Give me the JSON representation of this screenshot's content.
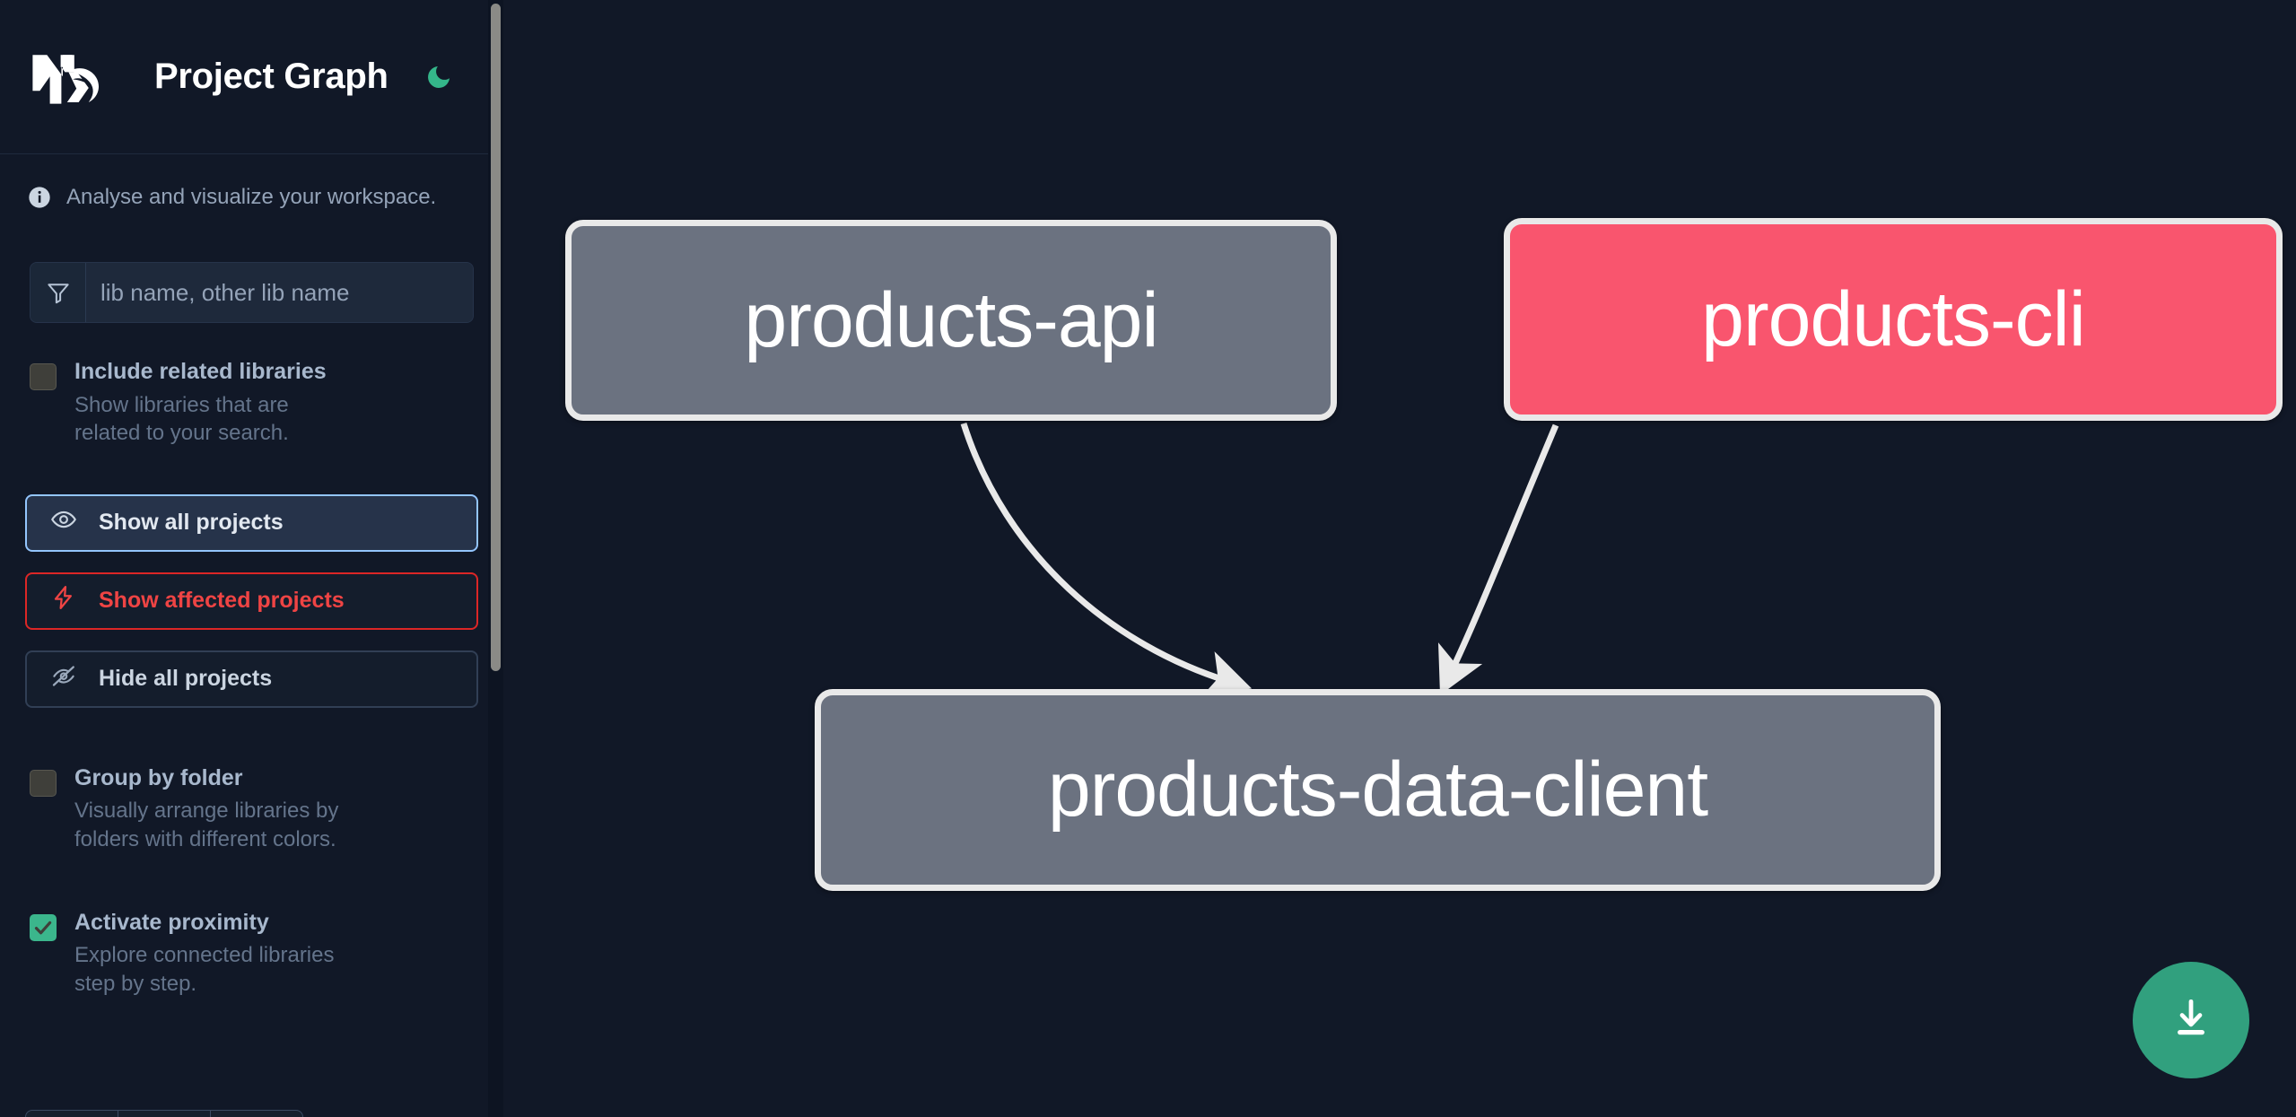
{
  "app": {
    "title": "Project Graph",
    "logo_icon": "nx-logo-icon",
    "theme_toggle_icon": "moon-icon",
    "accent_green": "#3bb68c",
    "accent_blue": "#93c5fd",
    "accent_red": "#ef4444",
    "background": "#111827"
  },
  "sidebar": {
    "info_icon": "info-circle-icon",
    "info_text": "Analyse and visualize your workspace.",
    "search": {
      "icon": "filter-funnel-icon",
      "placeholder": "lib name, other lib name",
      "value": ""
    },
    "options": [
      {
        "id": "include-related-libraries",
        "label": "Include related libraries",
        "description": "Show libraries that are related to your search.",
        "checked": false
      },
      {
        "id": "group-by-folder",
        "label": "Group by folder",
        "description": "Visually arrange libraries by folders with different colors.",
        "checked": false
      },
      {
        "id": "activate-proximity",
        "label": "Activate proximity",
        "description": "Explore connected libraries step by step.",
        "checked": true
      }
    ],
    "buttons": [
      {
        "id": "show-all-projects",
        "label": "Show all projects",
        "icon": "eye-icon",
        "style": "primary"
      },
      {
        "id": "show-affected-projects",
        "label": "Show affected projects",
        "icon": "lightning-bolt-icon",
        "style": "danger"
      },
      {
        "id": "hide-all-projects",
        "label": "Hide all projects",
        "icon": "eye-off-icon",
        "style": "neutral"
      }
    ],
    "scrollbar": {
      "name": "sidebar-scrollbar"
    }
  },
  "graph": {
    "download_button_icon": "download-icon",
    "nodes": [
      {
        "id": "products-api",
        "label": "products-api",
        "color": "#6b7280",
        "affected": false
      },
      {
        "id": "products-cli",
        "label": "products-cli",
        "color": "#f9556e",
        "affected": true
      },
      {
        "id": "products-data-client",
        "label": "products-data-client",
        "color": "#6b7280",
        "affected": false
      }
    ],
    "edges": [
      {
        "from": "products-api",
        "to": "products-data-client"
      },
      {
        "from": "products-cli",
        "to": "products-data-client"
      }
    ]
  }
}
